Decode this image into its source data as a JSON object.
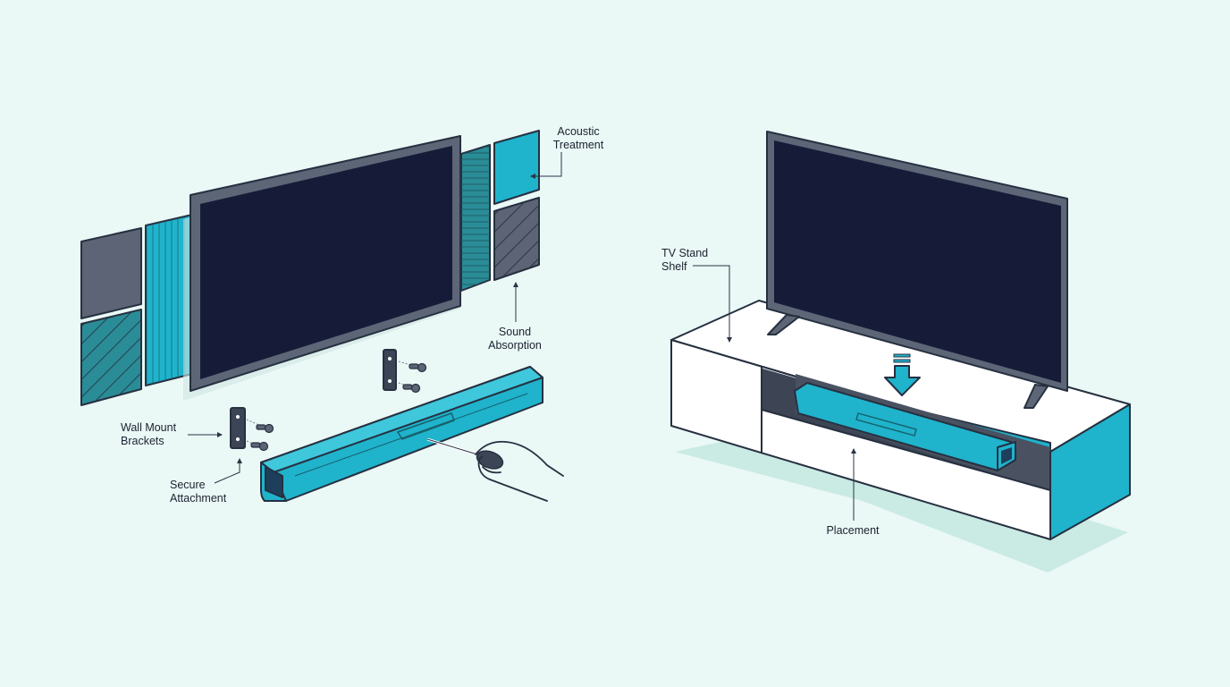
{
  "labels": {
    "acoustic_treatment": [
      "Acoustic",
      "Treatment"
    ],
    "sound_absorption": [
      "Sound",
      "Absorption"
    ],
    "wall_mount_brackets": [
      "Wall Mount",
      "Brackets"
    ],
    "secure_attachment": [
      "Secure",
      "Attachment"
    ],
    "tv_stand_shelf": [
      "TV Stand",
      "Shelf"
    ],
    "placement": "Placement"
  },
  "colors": {
    "background": "#eaf8f6",
    "screen": "#161c38",
    "frame": "#5d6677",
    "accent_cyan": "#1fb3cc",
    "teal": "#2a8c97",
    "slate": "#5d6475",
    "outline": "#263040",
    "white": "#ffffff"
  },
  "icons": [
    "screwdriver-icon",
    "hand-icon",
    "down-arrow-icon",
    "screw-icon",
    "bracket-icon"
  ]
}
